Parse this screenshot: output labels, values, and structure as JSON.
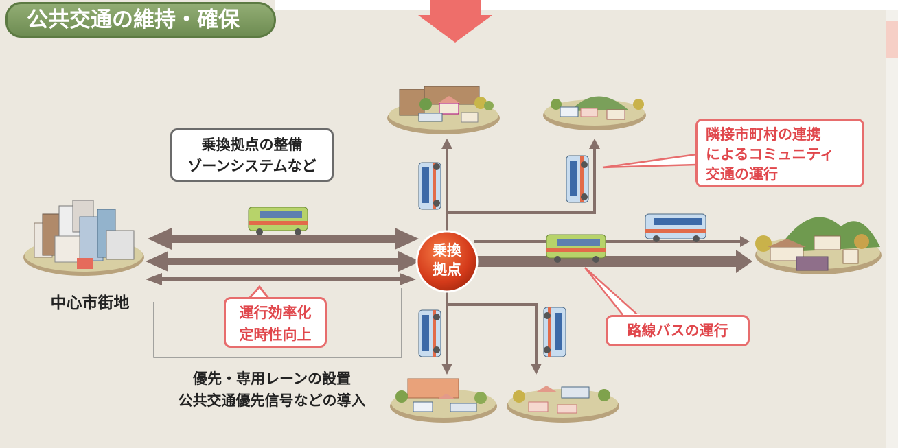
{
  "title": "公共交通の維持・確保",
  "labels": {
    "city_center": "中心市街地",
    "hub": [
      "乗換",
      "拠点"
    ],
    "transfer_box": [
      "乗換拠点の整備",
      "ゾーンシステムなど"
    ],
    "efficiency_box": [
      "運行効率化",
      "定時性向上"
    ],
    "community_box": [
      "隣接市町村の連携",
      "によるコミュニティ",
      "交通の運行"
    ],
    "route_bus_box": "路線バスの運行",
    "priority_text": [
      "優先・専用レーンの設置",
      "公共交通優先信号などの導入"
    ]
  },
  "colors": {
    "background": "#ece8df",
    "arrow": "#85706a",
    "title_green": "#7a9960",
    "callout_red": "#e76d6d",
    "hub_red": "#e0441f",
    "top_arrow": "#ee6e6a"
  }
}
